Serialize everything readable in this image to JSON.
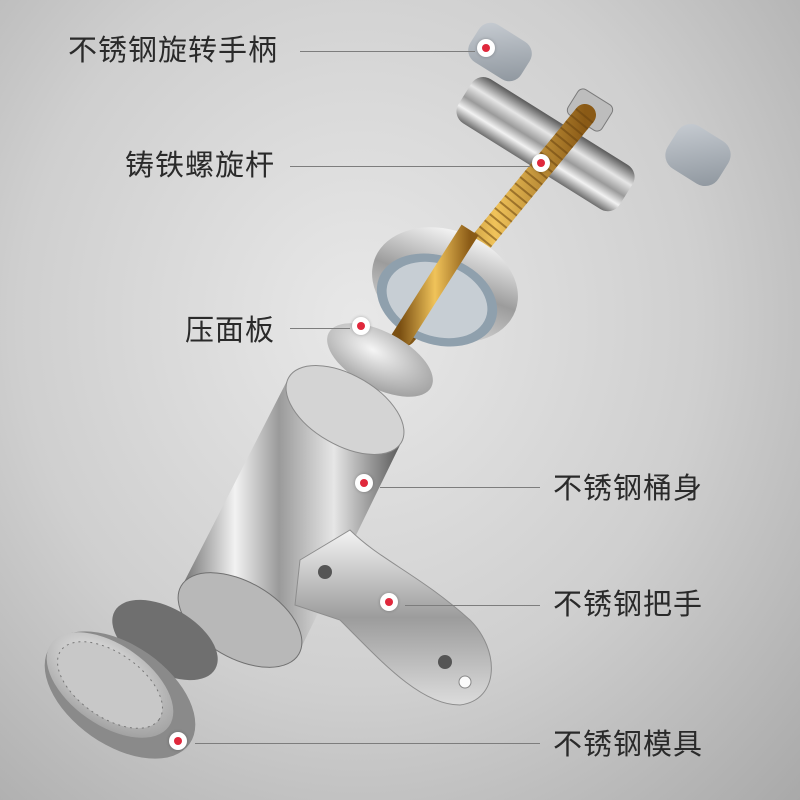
{
  "parts": [
    {
      "id": "handle",
      "label": "不锈钢旋转手柄"
    },
    {
      "id": "screw",
      "label": "铸铁螺旋杆"
    },
    {
      "id": "press-plate",
      "label": "压面板"
    },
    {
      "id": "barrel",
      "label": "不锈钢桶身"
    },
    {
      "id": "grip",
      "label": "不锈钢把手"
    },
    {
      "id": "mold",
      "label": "不锈钢模具"
    }
  ],
  "colors": {
    "marker": "#e0283c",
    "leader_line": "#7d7d7d",
    "text": "#2a2a2a"
  }
}
